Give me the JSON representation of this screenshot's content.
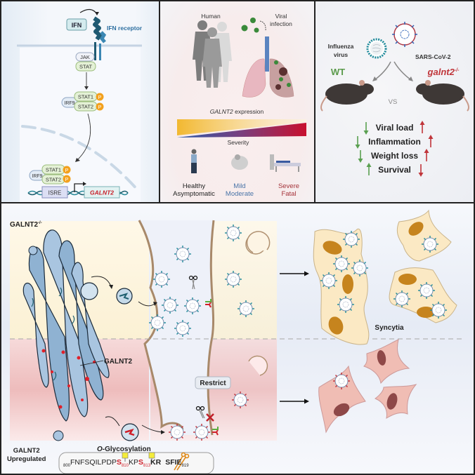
{
  "panel_signaling": {
    "ifn": "IFN",
    "ifn_receptor": "IFN receptor",
    "jak": "JAK",
    "stat": "STAT",
    "stat1": "STAT1",
    "stat2": "STAT2",
    "irf9": "IRF9",
    "phospho": "P",
    "isre": "ISRE",
    "gene": "GALNT2"
  },
  "panel_human": {
    "human_label": "Human",
    "viral_label_line1": "Viral",
    "viral_label_line2": "infection",
    "expression_label_gene": "GALNT2",
    "expression_label_rest": " expression",
    "severity_label": "Severity",
    "categories": [
      {
        "line1": "Healthy",
        "line2": "Asymptomatic",
        "color": "#222222"
      },
      {
        "line1": "Mild",
        "line2": "Moderate",
        "color": "#4a74a8"
      },
      {
        "line1": "Severe",
        "line2": "Fatal",
        "color": "#a5333a"
      }
    ],
    "gradient_colors": {
      "expression_start": "#f2b830",
      "expression_end": "#fdf4dc",
      "severity_start": "#2a5aa8",
      "severity_end": "#c8102e"
    }
  },
  "panel_mouse": {
    "influenza_line1": "Influenza",
    "influenza_line2": "virus",
    "sars": "SARS-CoV-2",
    "wt": "WT",
    "ko": "galnt2",
    "ko_sup": "-/-",
    "vs": "VS",
    "outcomes": [
      {
        "label": "Viral load",
        "wt_dir": "down",
        "ko_dir": "up"
      },
      {
        "label": "Inflammation",
        "wt_dir": "down",
        "ko_dir": "up"
      },
      {
        "label": "Weight loss",
        "wt_dir": "down",
        "ko_dir": "up"
      },
      {
        "label": "Survival",
        "wt_dir": "up",
        "ko_dir": "down"
      }
    ],
    "colors": {
      "wt": "#5a9a4a",
      "ko": "#c0353a",
      "arrow_green": "#5aa050",
      "arrow_red": "#c0353a"
    }
  },
  "panel_mechanism": {
    "ko_label": "GALNT2",
    "ko_sup": "-/-",
    "syncytia": "Syncytia",
    "galnt2": "GALNT2",
    "restrict": "Restrict",
    "glyco_italic": "O",
    "glyco_rest": "-Glycosylation",
    "upregulated_line1": "GALNT2",
    "upregulated_line2": "Upregulated",
    "sequence": {
      "start_num": "800",
      "seg1": "FNFSQILPDP",
      "s1": "S",
      "s1_num": "810",
      "seg2": "KP",
      "s2": "S",
      "s2_num": "813",
      "seg3": "KR",
      "seg4": "SFIE",
      "end_num": "819"
    }
  }
}
